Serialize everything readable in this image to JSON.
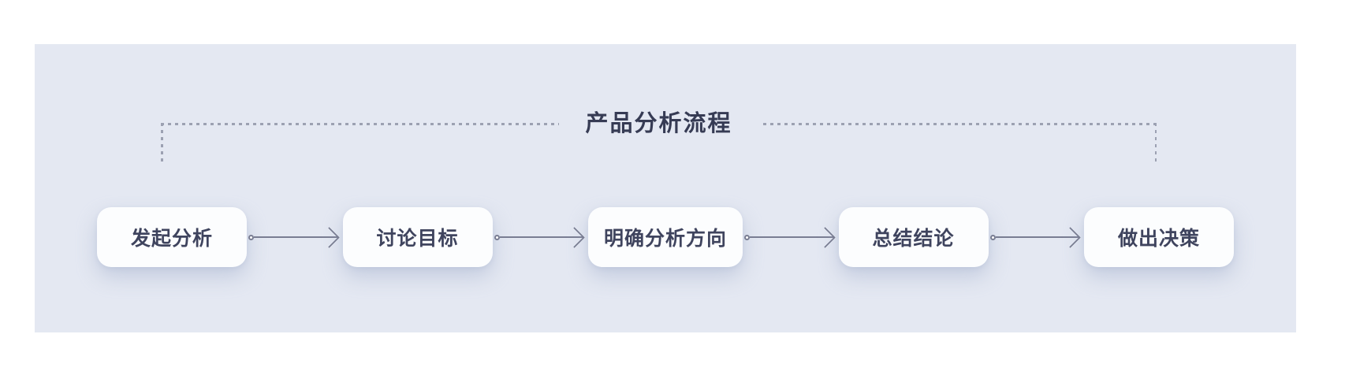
{
  "diagram": {
    "title": "产品分析流程",
    "nodes": [
      {
        "label": "发起分析"
      },
      {
        "label": "讨论目标"
      },
      {
        "label": "明确分析方向"
      },
      {
        "label": "总结结论"
      },
      {
        "label": "做出决策"
      }
    ]
  },
  "icons": {
    "connector_start_dot": "○",
    "connector_arrowhead": "›"
  },
  "colors": {
    "page_bg": "#ffffff",
    "panel_bg": "#e4e8f2",
    "node_bg": "#fcfdfe",
    "node_text": "#3f445e",
    "title_text": "#363b54",
    "dash_color": "#9ca1b2",
    "connector_color": "#797d92"
  }
}
